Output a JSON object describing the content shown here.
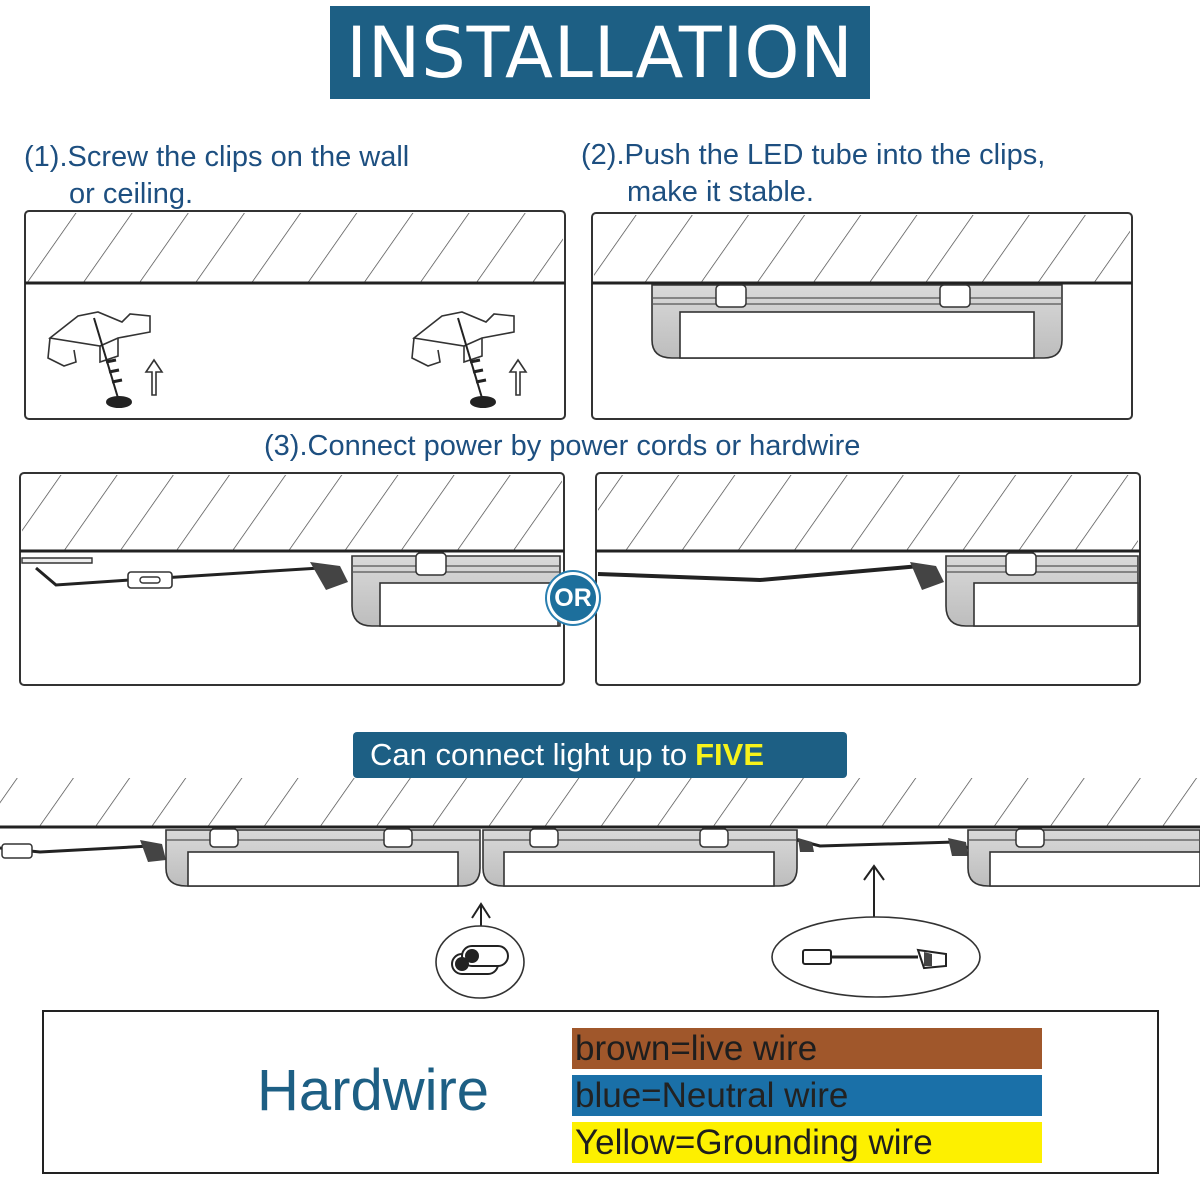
{
  "banner": {
    "title": "INSTALLATION"
  },
  "steps": [
    {
      "line1": "(1).Screw the clips on the wall",
      "line2": "or ceiling."
    },
    {
      "line1": "(2).Push the LED tube into the clips,",
      "line2": "make it stable."
    },
    {
      "line1": "(3).Connect power by power cords or hardwire"
    }
  ],
  "or_badge": "OR",
  "connect": {
    "prefix": "Can connect light up to",
    "highlight": "FIVE"
  },
  "hardwire": {
    "title": "Hardwire",
    "wires": [
      {
        "label": "brown=live wire",
        "color": "#a0572b"
      },
      {
        "label": "blue=Neutral wire",
        "color": "#1a70a8"
      },
      {
        "label": "Yellow=Grounding wire",
        "color": "#fdf000"
      }
    ]
  },
  "colors": {
    "accent": "#1d5f84",
    "caption": "#1d4f80",
    "highlight": "#f7f21b"
  },
  "icons": [
    "screw-icon",
    "clip-icon",
    "up-arrow-icon",
    "led-tube-icon",
    "plug-cord-icon",
    "connector-icon",
    "linking-cable-icon"
  ]
}
